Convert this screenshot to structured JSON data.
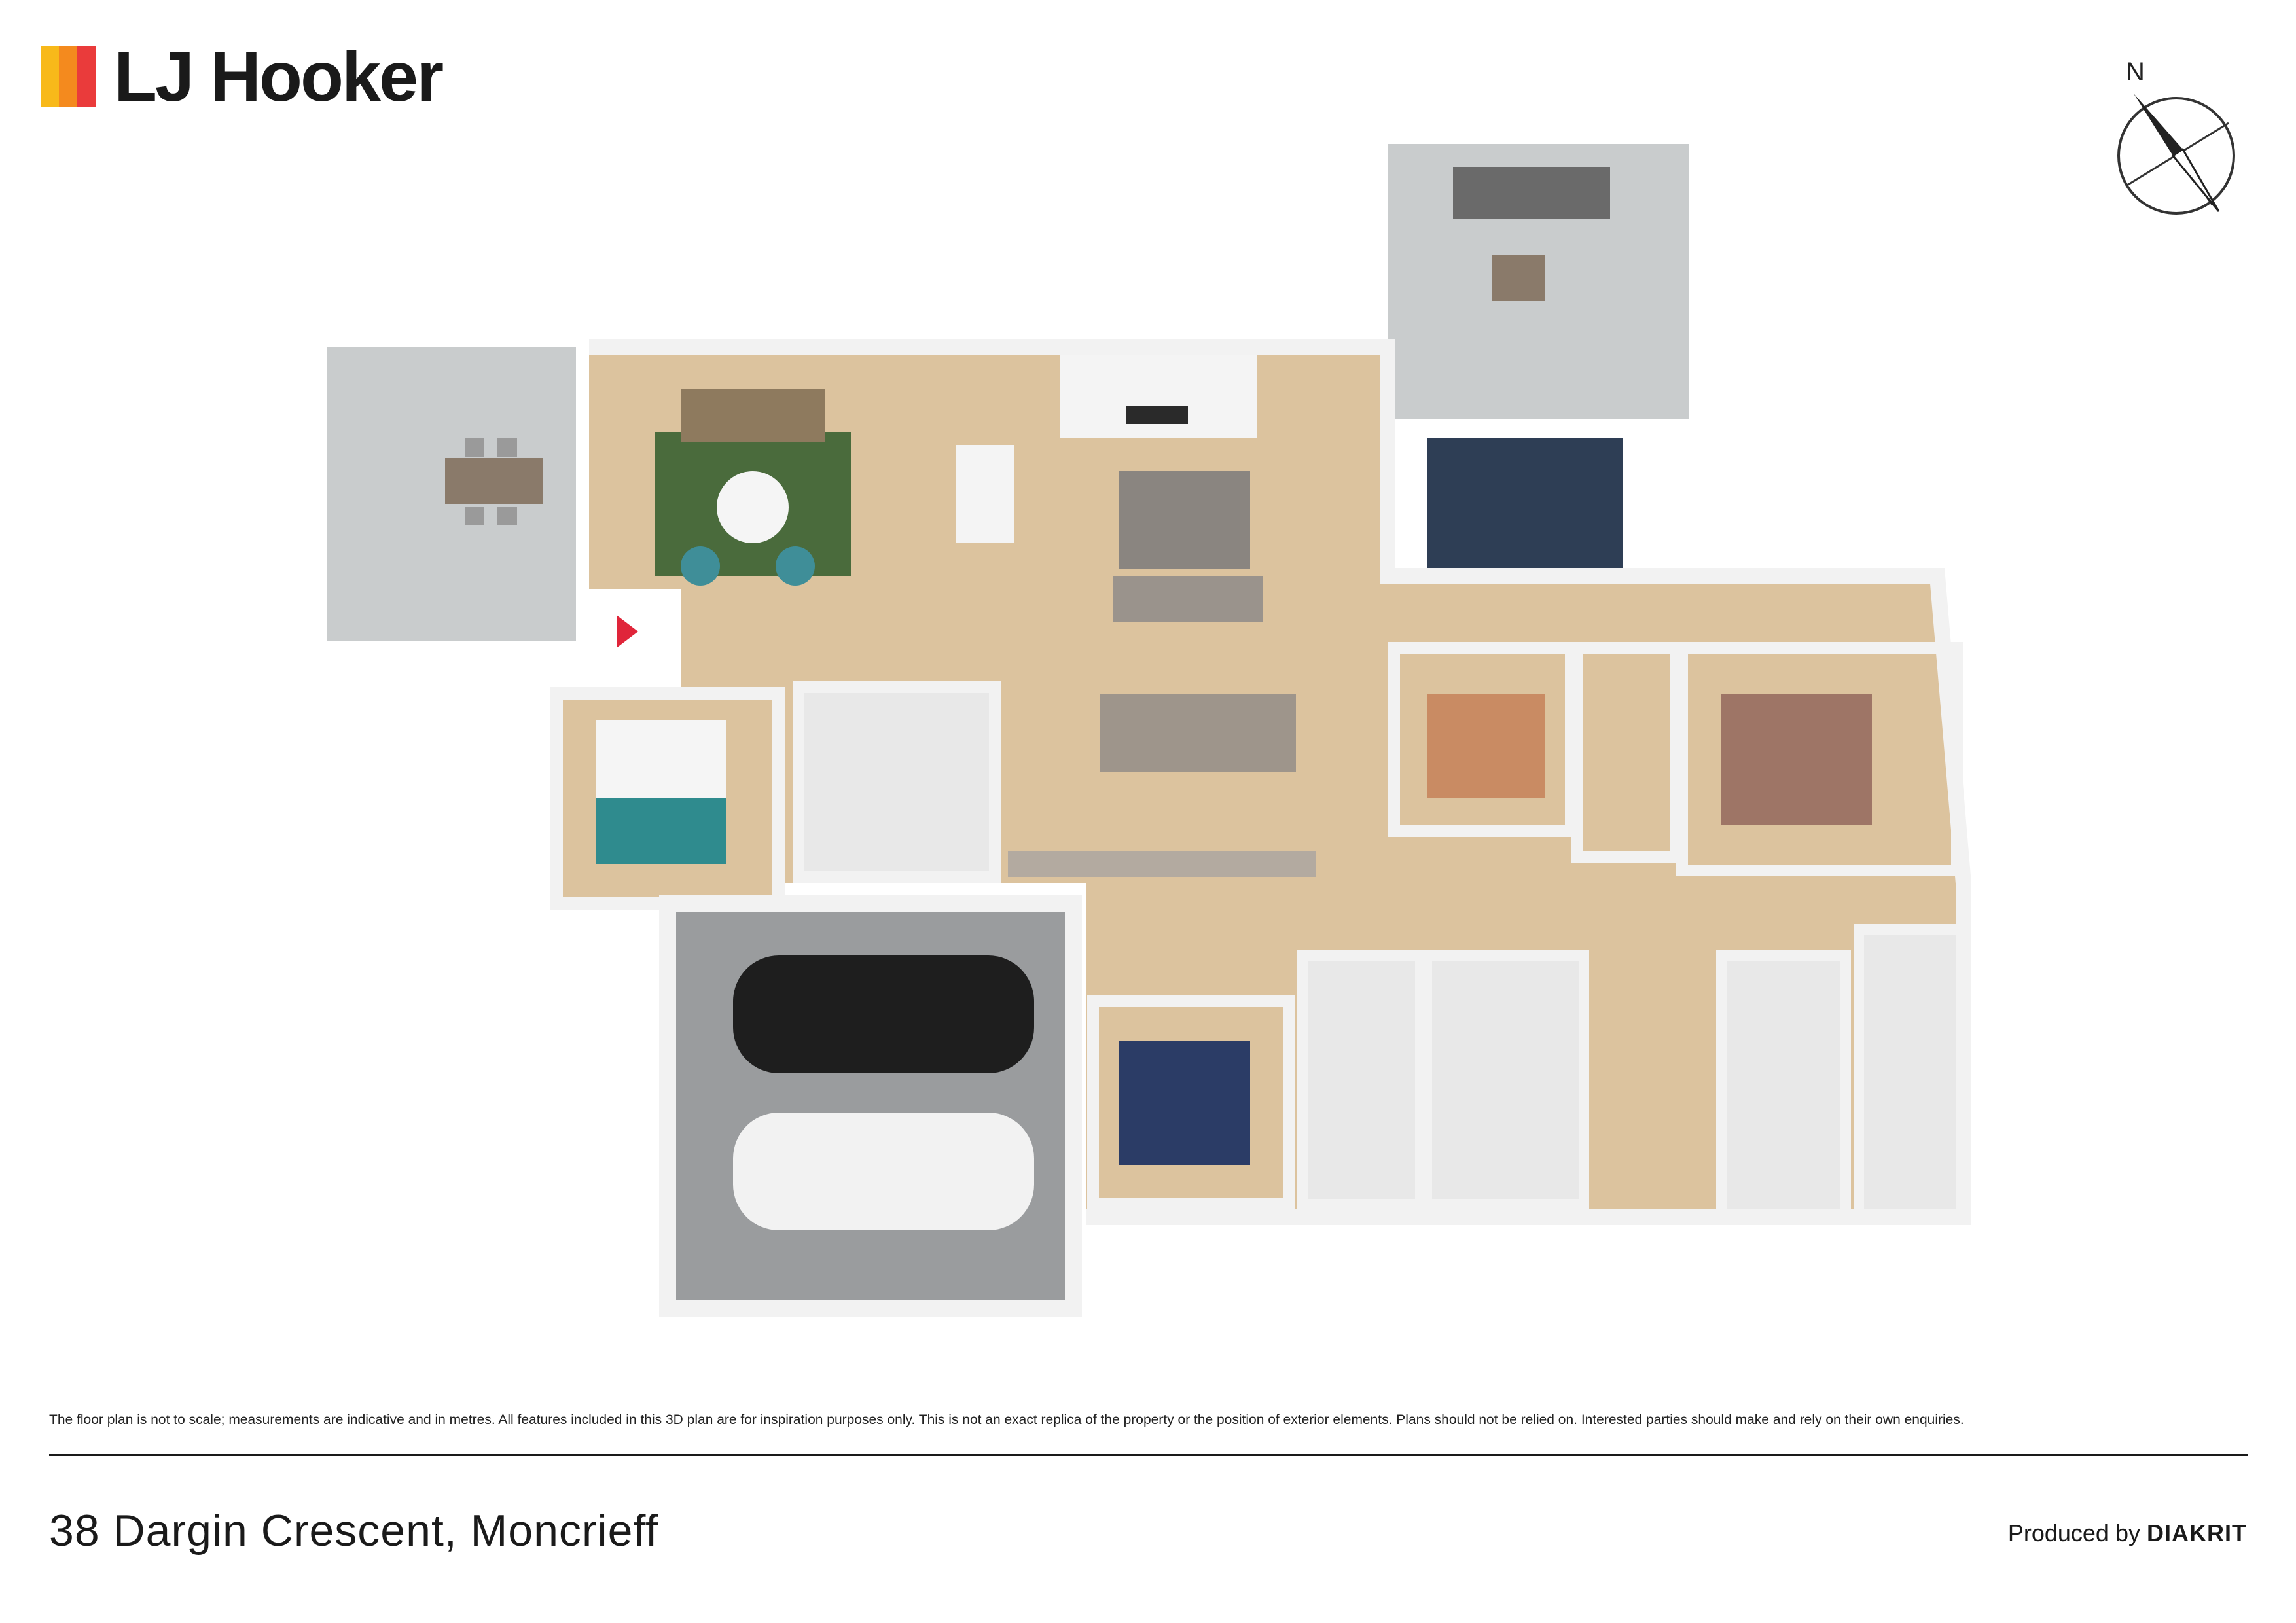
{
  "brand": {
    "name": "LJ Hooker",
    "colors": [
      "#f8b91a",
      "#f48a1e",
      "#ea3b3b"
    ]
  },
  "compass": {
    "label": "N"
  },
  "footer": {
    "disclaimer": "The floor plan is not to scale; measurements are indicative and in metres. All features included in this 3D plan are for inspiration purposes only. This is not an exact replica of the property or the position of exterior elements. Plans should not be relied on. Interested parties should make and rely on their own enquiries.",
    "address": "38 Dargin Crescent, Moncrieff",
    "produced_by_prefix": "Produced by",
    "produced_by_brand": "DIAKRIT"
  },
  "colors": {
    "floor_wood": "#dcc39e",
    "wall": "#f2f2f2",
    "outdoor": "#c9cccd",
    "garage": "#9a9c9e",
    "bathroom_tile": "#e8e8e8",
    "entry_marker": "#e0253a"
  }
}
